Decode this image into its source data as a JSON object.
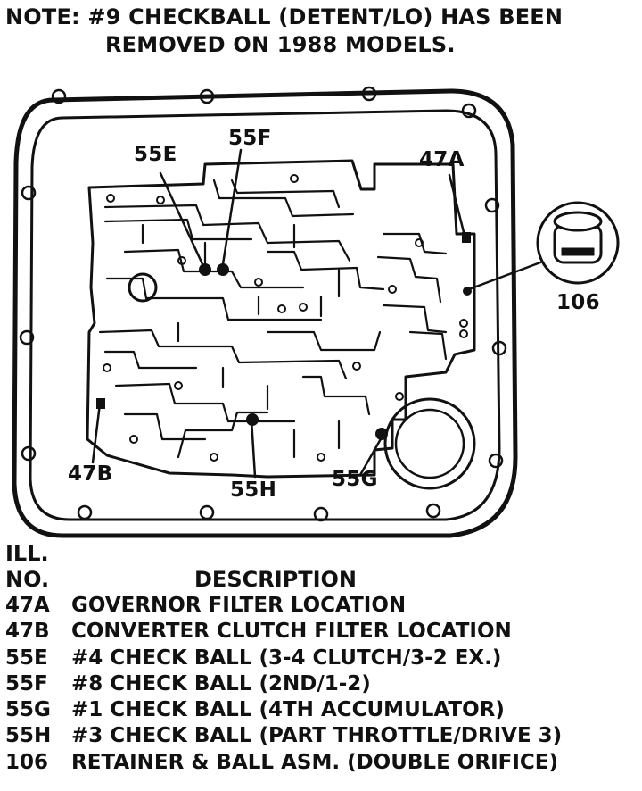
{
  "note": {
    "line1": "NOTE:  #9 CHECKBALL (DETENT/LO) HAS BEEN",
    "line2": "REMOVED ON 1988 MODELS."
  },
  "callouts": {
    "c55E": "55E",
    "c55F": "55F",
    "c47A": "47A",
    "c106": "106",
    "c47B": "47B",
    "c55H": "55H",
    "c55G": "55G"
  },
  "legend": {
    "header_line1": "ILL.",
    "header_no": "NO.",
    "header_description": "DESCRIPTION",
    "rows": [
      {
        "no": "47A",
        "text": "GOVERNOR FILTER LOCATION"
      },
      {
        "no": "47B",
        "text": "CONVERTER CLUTCH FILTER LOCATION"
      },
      {
        "no": "55E",
        "text": "#4 CHECK BALL (3-4 CLUTCH/3-2 EX.)"
      },
      {
        "no": "55F",
        "text": "#8 CHECK BALL (2ND/1-2)"
      },
      {
        "no": "55G",
        "text": "#1 CHECK BALL (4TH ACCUMULATOR)"
      },
      {
        "no": "55H",
        "text": "#3 CHECK BALL (PART THROTTLE/DRIVE 3)"
      },
      {
        "no": "106",
        "text": "RETAINER & BALL ASM. (DOUBLE ORIFICE)"
      }
    ]
  }
}
